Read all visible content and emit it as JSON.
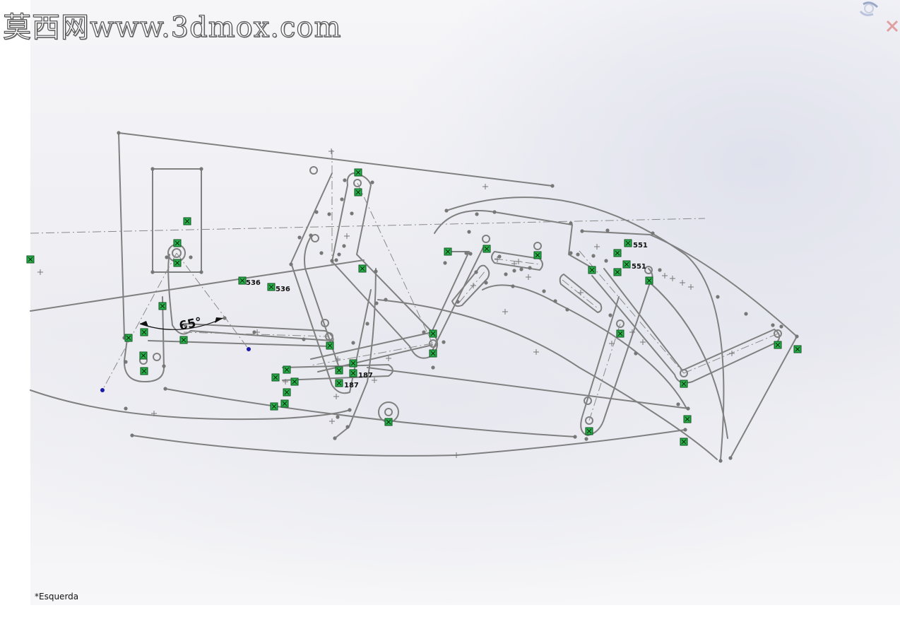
{
  "watermark": "莫西网www.3dmox.com",
  "view": {
    "orientation_label": "*Esquerda"
  },
  "dimensions": {
    "angle": "65°",
    "labels": [
      {
        "id": "dim-536-a",
        "text": "536"
      },
      {
        "id": "dim-536-b",
        "text": "536"
      },
      {
        "id": "dim-187-a",
        "text": "187"
      },
      {
        "id": "dim-187-b",
        "text": "187"
      },
      {
        "id": "dim-551-a",
        "text": "551"
      },
      {
        "id": "dim-551-b",
        "text": "551"
      }
    ]
  },
  "icons": {
    "rebuild": "rebuild-icon",
    "close": "close-icon",
    "relation": "relation-marker-icon"
  },
  "colors": {
    "sketch_line": "#808080",
    "relation_fill": "#27b34a",
    "relation_border": "#0d4f1f",
    "endpoint": "#1a1aa8"
  }
}
